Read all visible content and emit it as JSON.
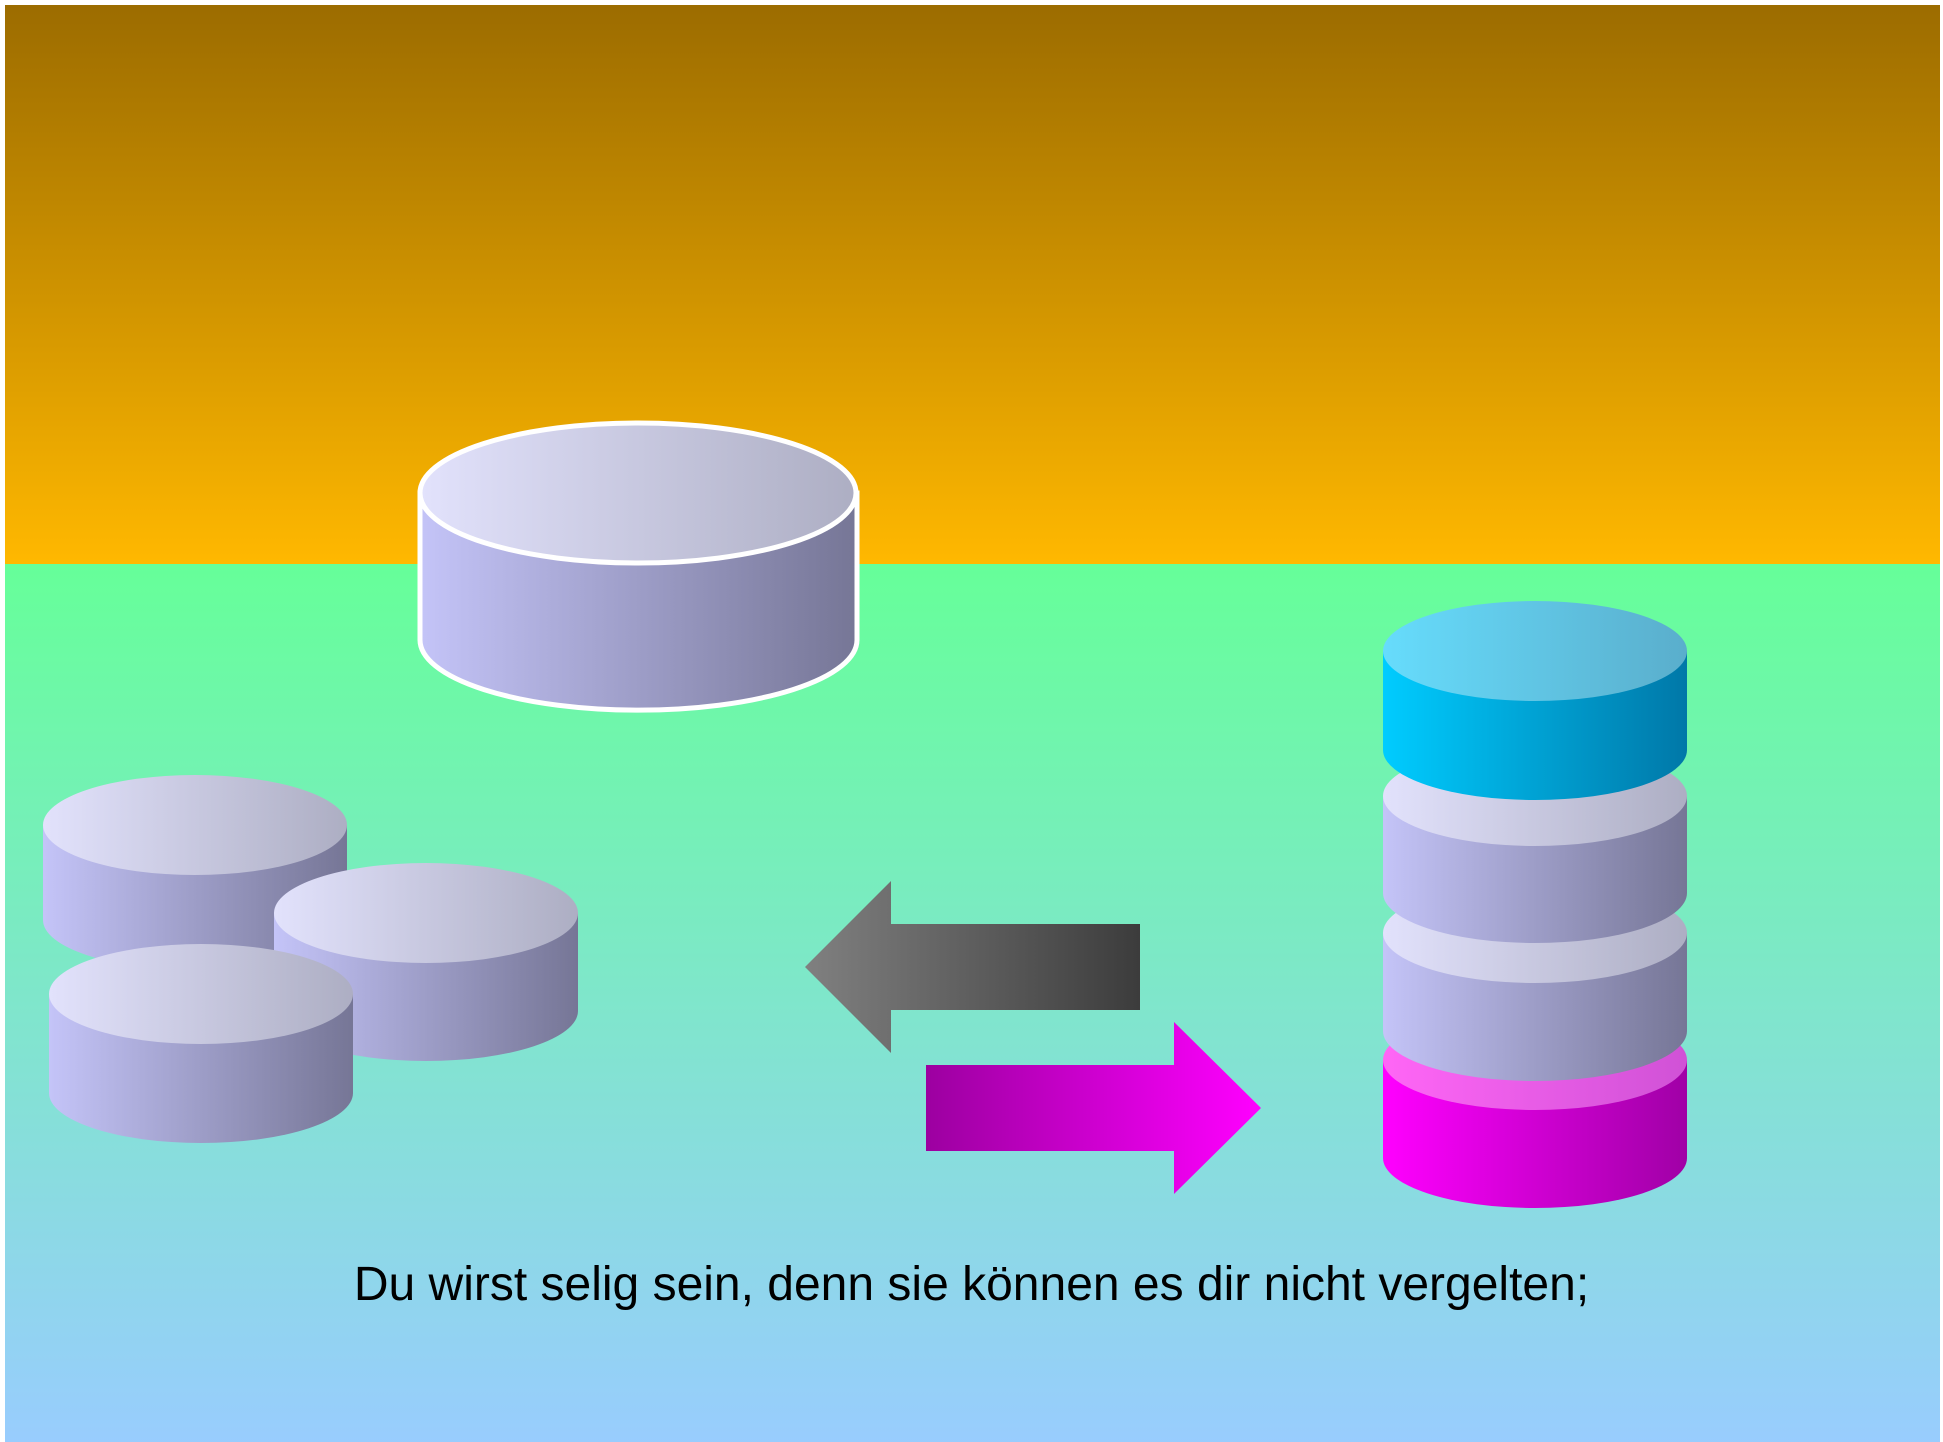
{
  "slide": {
    "caption": "Du wirst selig sein, denn sie können es dir nicht vergelten;"
  },
  "colors": {
    "sky_top": "#9c6c00",
    "sky_bottom": "#ffb800",
    "ground_top": "#66ff99",
    "ground_bottom": "#99ccff",
    "disk_light": "#dcdcfa",
    "disk_dark": "#787898",
    "disk_cyan": "#00ccff",
    "disk_magenta": "#ff00ff",
    "arrow_grey": "#7a7a7a",
    "arrow_magenta": "#ff00ff"
  },
  "shapes": {
    "disks": [
      {
        "name": "large-disk-top-center",
        "style": "lavender",
        "outlined": true
      },
      {
        "name": "small-disk-left-back",
        "style": "lavender",
        "outlined": false
      },
      {
        "name": "small-disk-left-right",
        "style": "lavender",
        "outlined": false
      },
      {
        "name": "small-disk-left-front",
        "style": "lavender",
        "outlined": false
      },
      {
        "name": "stack-disk-magenta",
        "style": "magenta",
        "outlined": false
      },
      {
        "name": "stack-disk-lavender-2",
        "style": "lavender",
        "outlined": false
      },
      {
        "name": "stack-disk-lavender-1",
        "style": "lavender",
        "outlined": false
      },
      {
        "name": "stack-disk-cyan",
        "style": "cyan",
        "outlined": false
      }
    ],
    "arrows": [
      {
        "name": "arrow-left",
        "direction": "left",
        "style": "grey"
      },
      {
        "name": "arrow-right",
        "direction": "right",
        "style": "magenta"
      }
    ]
  }
}
